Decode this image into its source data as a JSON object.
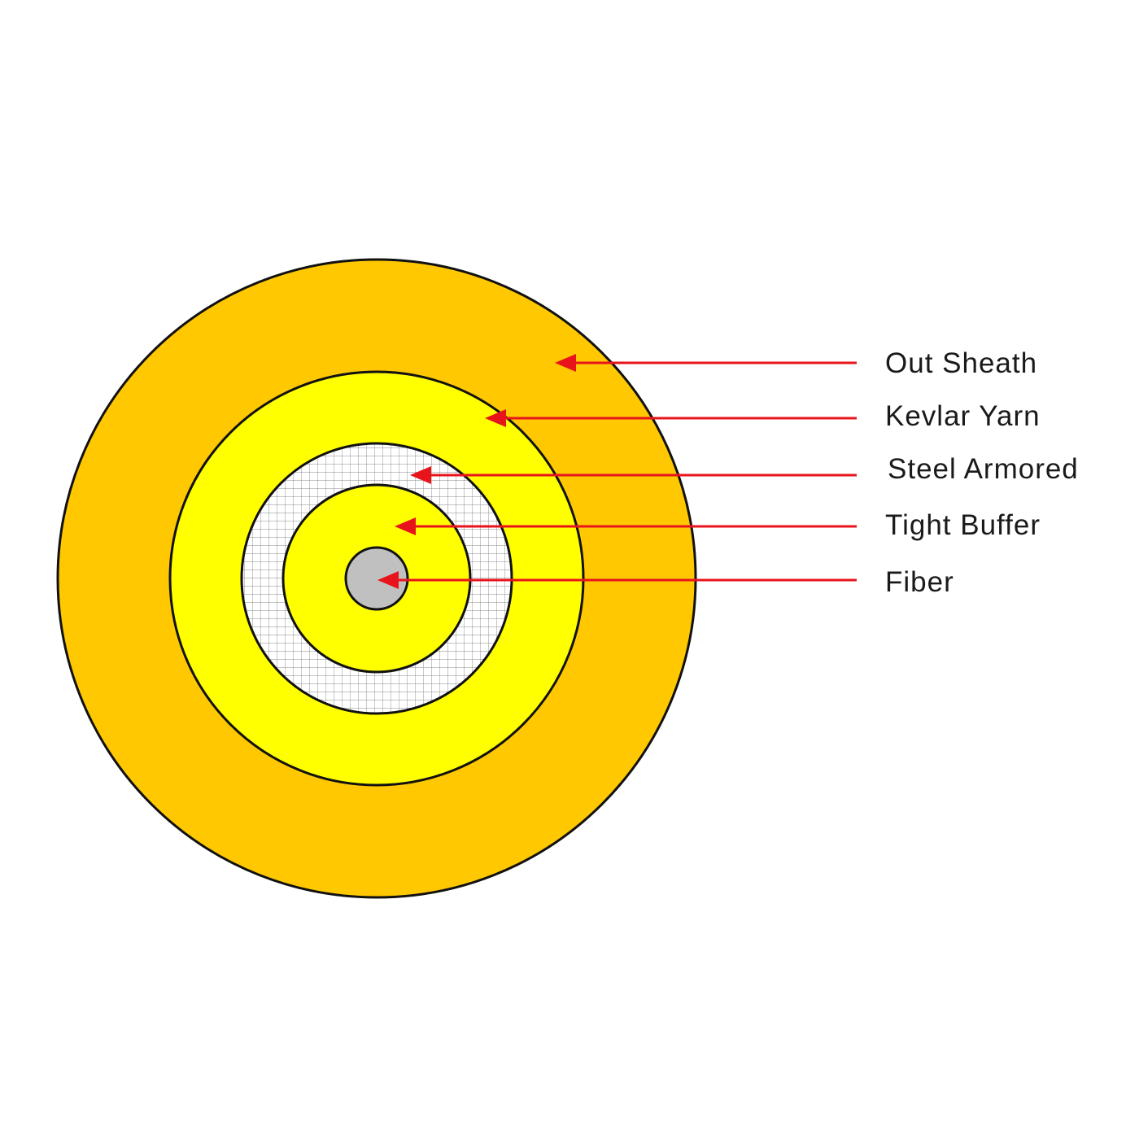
{
  "layers": [
    {
      "id": "out-sheath",
      "label": "Out Sheath",
      "color": "#FFC800"
    },
    {
      "id": "kevlar-yarn",
      "label": "Kevlar Yarn",
      "color": "#FFFF00"
    },
    {
      "id": "steel-armored",
      "label": "Steel Armored",
      "color": "#FFFFFF"
    },
    {
      "id": "tight-buffer",
      "label": "Tight Buffer",
      "color": "#FFFF00"
    },
    {
      "id": "fiber",
      "label": "Fiber",
      "color": "#C0C0C0"
    }
  ],
  "colors": {
    "outline": "#111111",
    "arrow": "#E8141C",
    "mesh": "#8a8a8a"
  }
}
